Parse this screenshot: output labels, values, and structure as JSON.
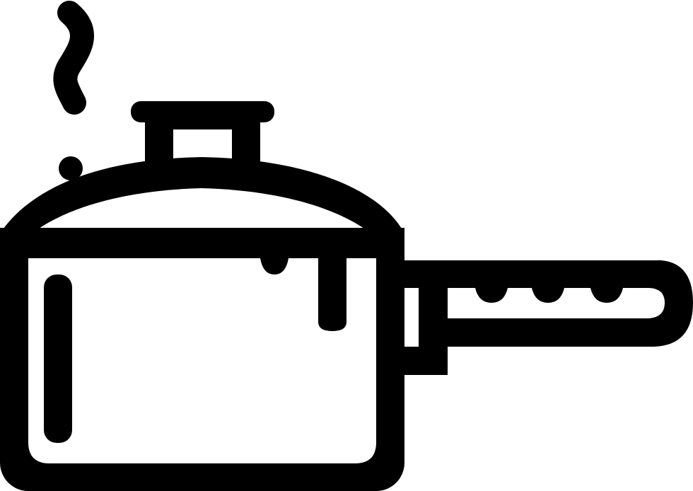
{
  "icon": {
    "name": "saucepan-icon",
    "description_parts": [
      "steam",
      "lid",
      "lid-knob",
      "pot-body",
      "handle"
    ],
    "colors": {
      "stroke": "#000000",
      "background": "#ffffff"
    }
  }
}
